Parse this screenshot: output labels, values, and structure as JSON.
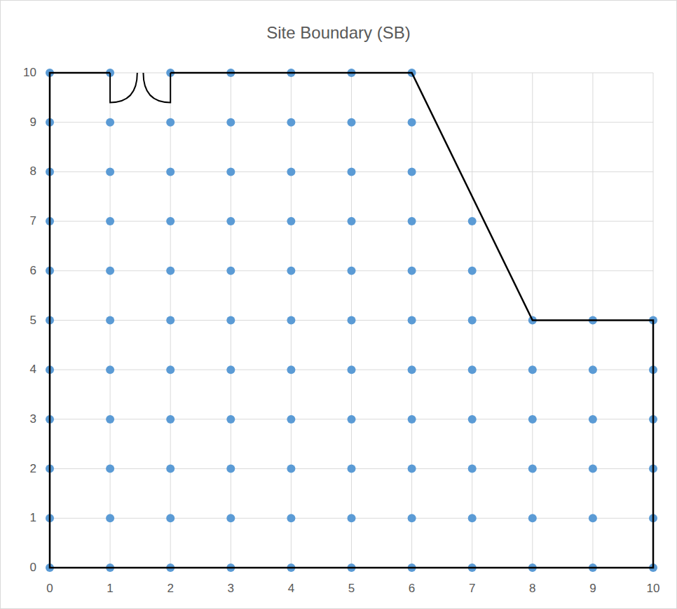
{
  "diagram": {
    "title": "Site Boundary (SB)",
    "labels": [
      "0",
      "1",
      "2",
      "3",
      "4",
      "5",
      "6",
      "7",
      "8",
      "9",
      "10",
      "0",
      "1",
      "2",
      "3",
      "4",
      "5",
      "6",
      "7",
      "8",
      "9",
      "10"
    ]
  }
}
